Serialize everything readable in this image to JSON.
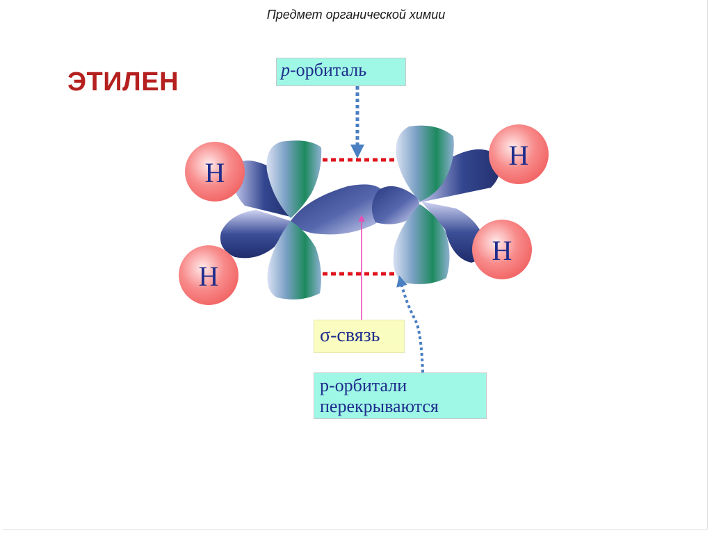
{
  "slide": {
    "title": "Предмет органической химии",
    "heading": "ЭТИЛЕН"
  },
  "diagram": {
    "atoms": [
      "H",
      "H",
      "H",
      "H"
    ],
    "labels": {
      "p_orbital_letter": "p",
      "p_orbital_rest": "-орбиталь",
      "sigma_bond": "σ-связь",
      "overlap_line1": "р-орбитали",
      "overlap_line2": "перекрываются"
    }
  },
  "colors": {
    "heading": "#b4201f",
    "p_label_bg": "#9ff7e6",
    "sigma_label_bg": "#fafdc0",
    "label_text": "#1f2d8c",
    "overlap_dots": "#e0141e",
    "arrow_blue": "#4a7fc1",
    "arrow_pink": "#e64fb4",
    "hydrogen": "#f47a7a",
    "sp2_lobe": "#2d3f88",
    "p_lobe": "#1e8a62"
  }
}
